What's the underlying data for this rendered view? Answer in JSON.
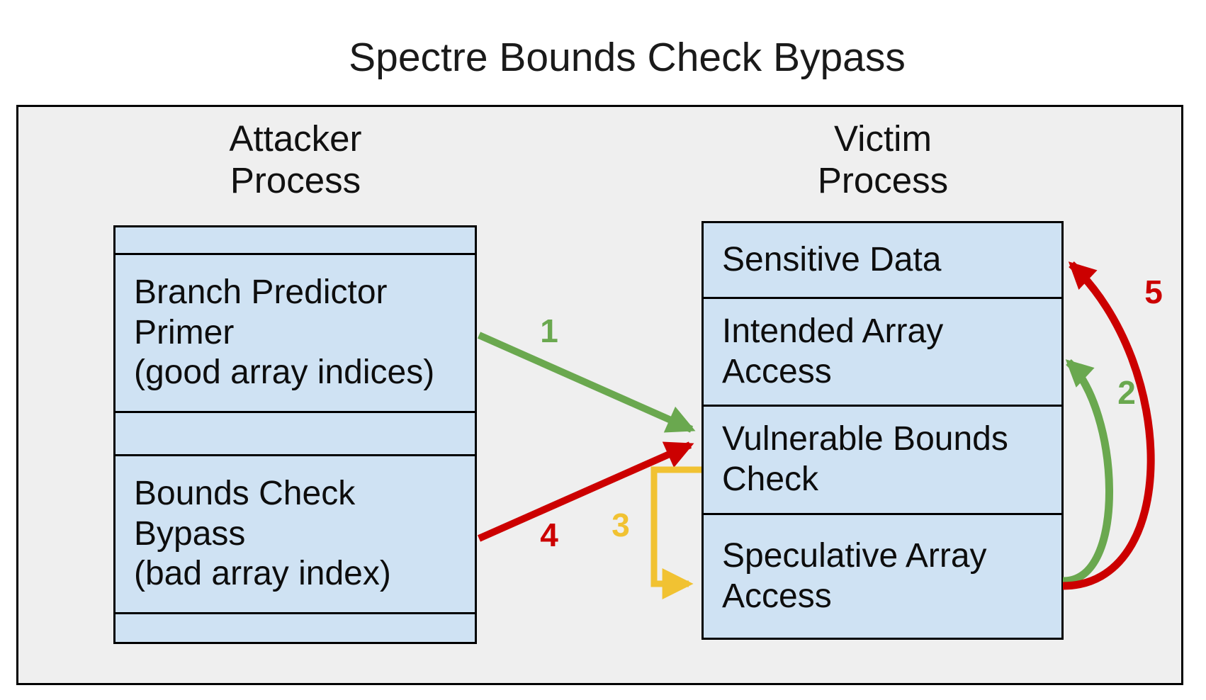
{
  "title": "Spectre Bounds Check Bypass",
  "attacker": {
    "header": "Attacker\nProcess",
    "cells": [
      {
        "label": ""
      },
      {
        "label": "Branch Predictor\nPrimer\n(good array indices)"
      },
      {
        "label": ""
      },
      {
        "label": "Bounds Check\nBypass\n(bad array index)"
      },
      {
        "label": ""
      }
    ]
  },
  "victim": {
    "header": "Victim\nProcess",
    "cells": [
      {
        "label": "Sensitive Data"
      },
      {
        "label": "Intended Array\nAccess"
      },
      {
        "label": "Vulnerable Bounds\nCheck"
      },
      {
        "label": "Speculative Array\nAccess"
      }
    ]
  },
  "arrows": [
    {
      "label": "1",
      "color": "#6aa84f"
    },
    {
      "label": "2",
      "color": "#6aa84f"
    },
    {
      "label": "3",
      "color": "#f1c232"
    },
    {
      "label": "4",
      "color": "#cc0000"
    },
    {
      "label": "5",
      "color": "#cc0000"
    }
  ],
  "colors": {
    "green": "#6aa84f",
    "red": "#cc0000",
    "yellow": "#f1c232",
    "memory_box_fill": "#cfe2f3",
    "panel_fill": "#efefef",
    "border": "#000000"
  }
}
